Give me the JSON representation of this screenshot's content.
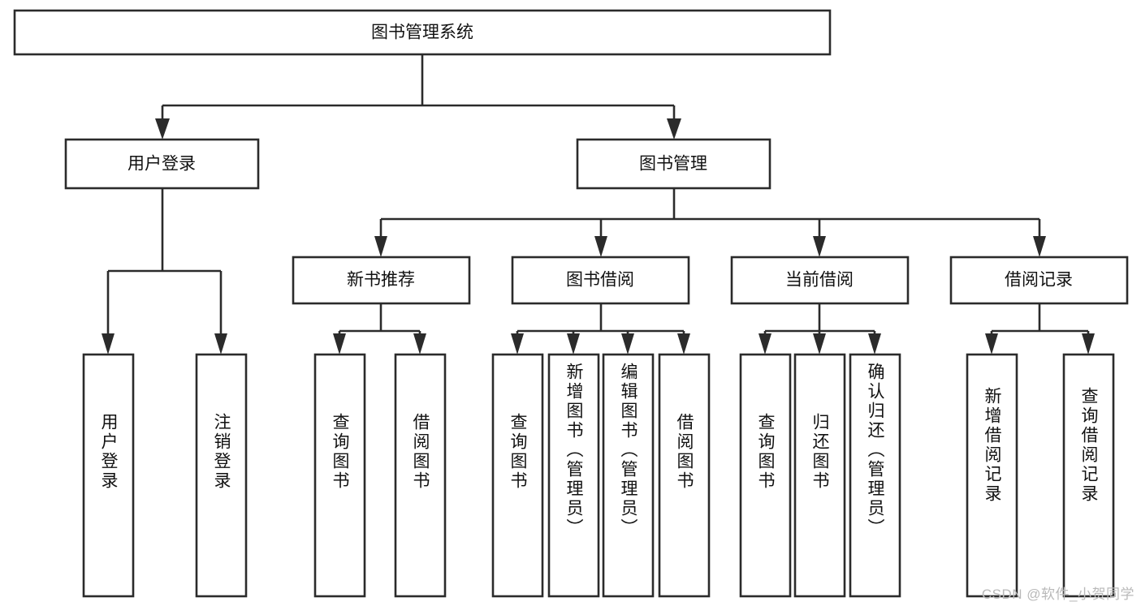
{
  "diagram": {
    "title": "图书管理系统",
    "type": "tree-hierarchy",
    "orientation": "top-down",
    "colors": {
      "box_fill": "#ffffff",
      "stroke": "#2b2b2b",
      "text": "#111111",
      "background": "#ffffff",
      "watermark": "#b9b9b9"
    },
    "root": {
      "label": "图书管理系统"
    },
    "level2": [
      {
        "label": "用户登录"
      },
      {
        "label": "图书管理"
      }
    ],
    "level3": [
      {
        "label": "新书推荐"
      },
      {
        "label": "图书借阅"
      },
      {
        "label": "当前借阅"
      },
      {
        "label": "借阅记录"
      }
    ],
    "leaves_user_login": [
      {
        "label": "用户登录"
      },
      {
        "label": "注销登录"
      }
    ],
    "leaves_new_book": [
      {
        "label": "查询图书"
      },
      {
        "label": "借阅图书"
      }
    ],
    "leaves_borrow_book": [
      {
        "label": "查询图书"
      },
      {
        "label": "新增图书（管理员）"
      },
      {
        "label": "编辑图书（管理员）"
      },
      {
        "label": "借阅图书"
      }
    ],
    "leaves_current_borrow": [
      {
        "label": "查询图书"
      },
      {
        "label": "归还图书"
      },
      {
        "label": "确认归还（管理员）"
      }
    ],
    "leaves_borrow_record": [
      {
        "label": "新增借阅记录"
      },
      {
        "label": "查询借阅记录"
      }
    ]
  },
  "watermark": {
    "text": "CSDN @软件_小贺同学"
  }
}
